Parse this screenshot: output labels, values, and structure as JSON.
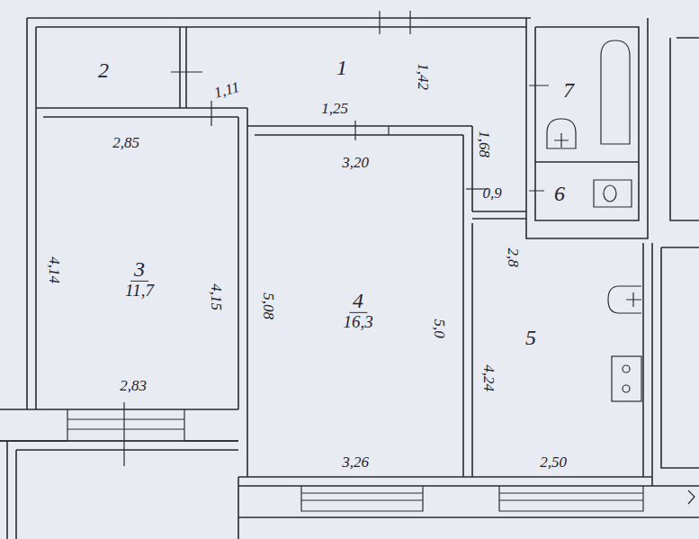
{
  "diagram": {
    "nodes": [
      {
        "text": [
          "1"
        ]
      },
      {
        "text": [
          "2"
        ]
      },
      {
        "text": [
          "3",
          "11,7"
        ]
      },
      {
        "text": [
          "4",
          "16,3"
        ]
      },
      {
        "text": [
          "5"
        ]
      },
      {
        "text": [
          "6"
        ]
      },
      {
        "text": [
          "7"
        ]
      }
    ],
    "labels": [
      "2,85",
      "1,11",
      "1,25",
      "1,42",
      "1,68",
      "3,20",
      "4,14",
      "4,15",
      "5,08",
      "5,0",
      "3,26",
      "2,83",
      "0,9",
      "2,8",
      "4,24",
      "2,50"
    ]
  }
}
